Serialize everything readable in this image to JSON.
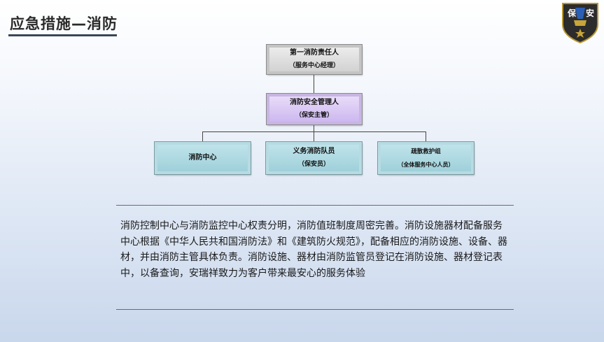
{
  "title": "应急措施—消防",
  "logo": {
    "text_left": "保",
    "text_right": "安"
  },
  "org_chart": {
    "top": {
      "line1": "第一消防责任人",
      "line2": "（服务中心经理）"
    },
    "second": {
      "line1": "消防安全管理人",
      "line2": "（保安主管）"
    },
    "children": [
      {
        "line1": "消防中心",
        "line2": ""
      },
      {
        "line1": "义务消防队员",
        "line2": "（保安员）"
      },
      {
        "line1": "疏散救护组",
        "line2": "（全体服务中心人员）"
      }
    ]
  },
  "description": "消防控制中心与消防监控中心权责分明，消防值班制度周密完善。消防设施器材配备服务中心根据《中华人民共和国消防法》和《建筑防火规范》，配备相应的消防设施、设备、器材，并由消防主管具体负责。消防设施、器材由消防监管员登记在消防设施、器材登记表中，以备查询，安瑞祥致力为客户带来最安心的服务体验",
  "colors": {
    "top_box": "#d8d8d8",
    "second_box": "#d6c4f2",
    "child_box": "#a8d6df"
  }
}
